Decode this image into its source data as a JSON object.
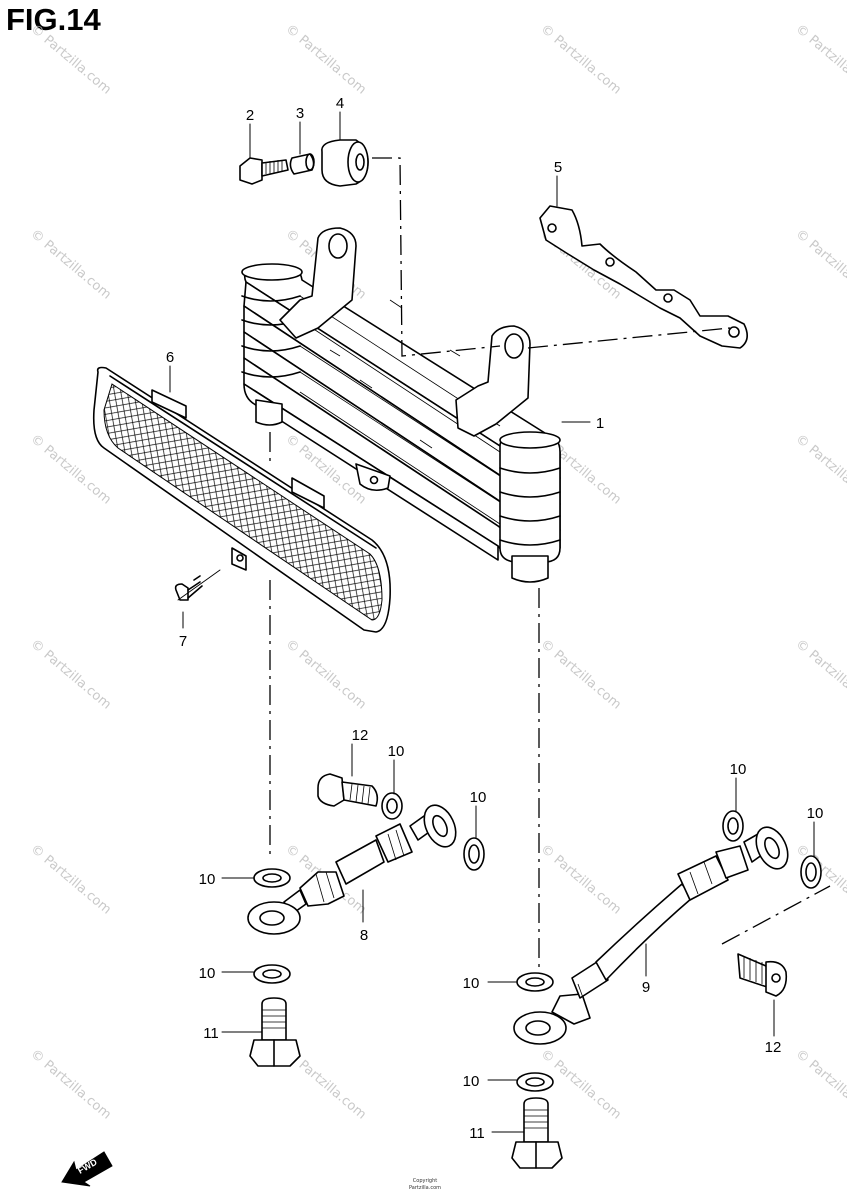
{
  "figure": {
    "title": "FIG.14"
  },
  "callouts": [
    {
      "id": "1",
      "text": "1"
    },
    {
      "id": "2",
      "text": "2"
    },
    {
      "id": "3",
      "text": "3"
    },
    {
      "id": "4",
      "text": "4"
    },
    {
      "id": "5",
      "text": "5"
    },
    {
      "id": "6",
      "text": "6"
    },
    {
      "id": "7",
      "text": "7"
    },
    {
      "id": "8",
      "text": "8"
    },
    {
      "id": "9",
      "text": "9"
    },
    {
      "id": "10",
      "text": "10"
    },
    {
      "id": "11",
      "text": "11"
    },
    {
      "id": "12",
      "text": "12"
    }
  ],
  "watermark": {
    "text": "© Partzilla.com"
  },
  "arrow": {
    "text": "FWD"
  },
  "footer": {
    "line1": "Copyright",
    "line2": "Partzilla.com"
  }
}
